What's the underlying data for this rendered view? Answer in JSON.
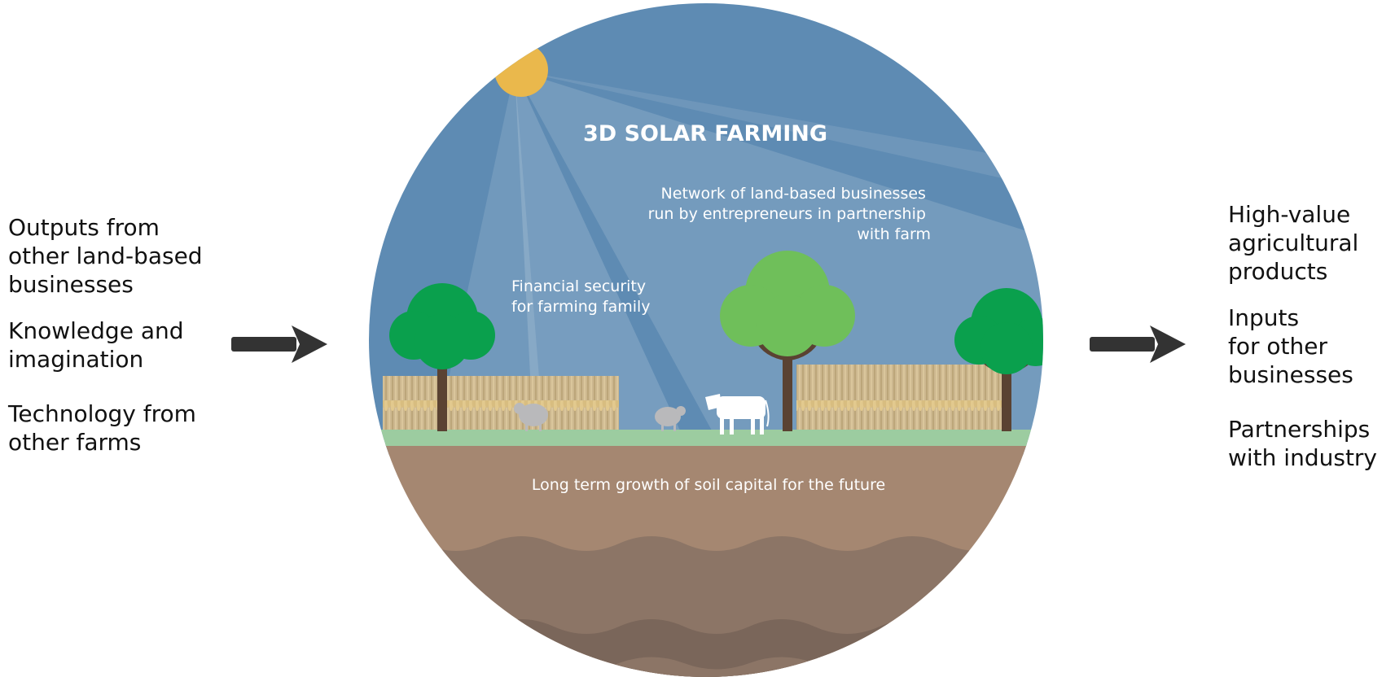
{
  "inputs": {
    "items": [
      "Outputs from\nother land-based\nbusinesses",
      "Knowledge and\nimagination",
      "Technology from\nother farms"
    ]
  },
  "outputs": {
    "items": [
      "High-value\nagricultural\nproducts",
      "Inputs\nfor other\nbusinesses",
      "Partnerships\nwith industry"
    ]
  },
  "circle": {
    "title": "3D SOLAR FARMING",
    "network_lines": [
      "Network of land-based businesses",
      "run by entrepreneurs in partnership",
      "with farm"
    ],
    "financial_lines": [
      "Financial security",
      "for farming family"
    ],
    "soil_text": "Long term growth of soil capital for the future"
  },
  "colors": {
    "sky": "#5e8bb3",
    "sun": "#eab84c",
    "grass": "#9ccca0",
    "soil_top": "#a58771",
    "soil_mid": "#8c7566",
    "soil_deep": "#7a665a",
    "tree_dark": "#0aa04d",
    "tree_light": "#6fbf5a",
    "trunk": "#5a4232",
    "wheat": "#d6c193",
    "arrow": "#333333"
  }
}
